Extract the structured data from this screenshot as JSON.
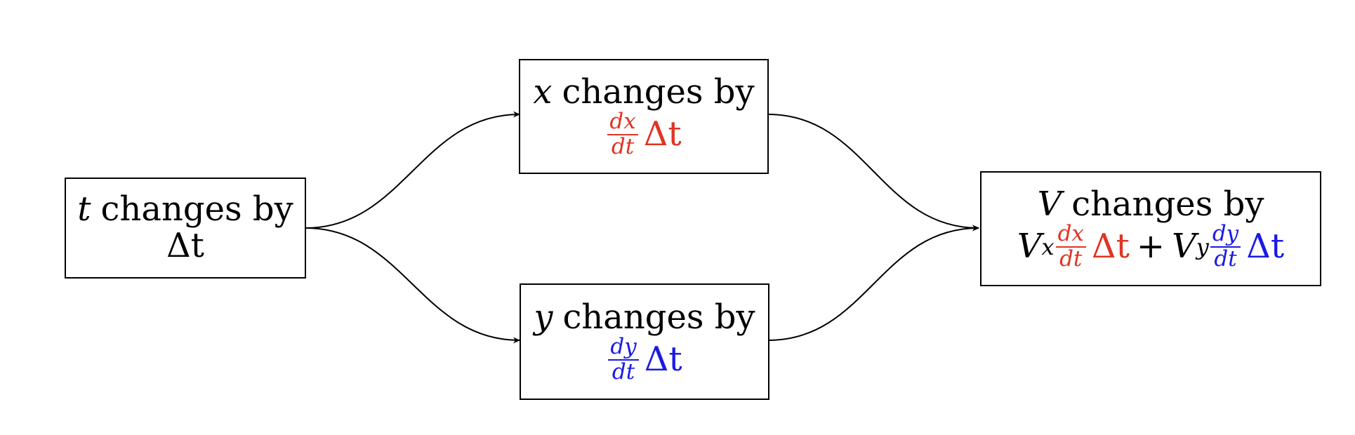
{
  "colors": {
    "red": "#e03424",
    "blue": "#1a1ae6",
    "black": "#000000"
  },
  "nodes": {
    "t": {
      "var": "t",
      "label": "changes by",
      "value": "Δt"
    },
    "x": {
      "var": "x",
      "label": "changes by",
      "num": "dx",
      "den": "dt",
      "value": "Δt"
    },
    "y": {
      "var": "y",
      "label": "changes by",
      "num": "dy",
      "den": "dt",
      "value": "Δt"
    },
    "v": {
      "var": "V",
      "label": "changes by",
      "vx": "V",
      "vx_sub": "x",
      "vx_num": "dx",
      "vx_den": "dt",
      "vx_value": "Δt",
      "plus": "+",
      "vy": "V",
      "vy_sub": "y",
      "vy_num": "dy",
      "vy_den": "dt",
      "vy_value": "Δt"
    }
  }
}
